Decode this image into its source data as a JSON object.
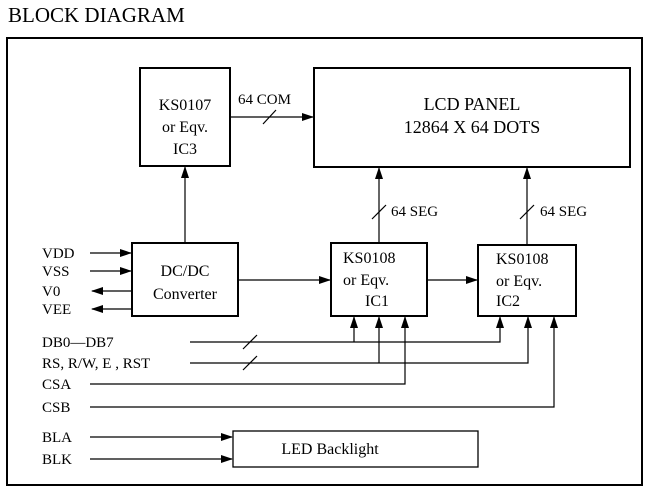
{
  "title": "BLOCK DIAGRAM",
  "blocks": {
    "ks0107": [
      "KS0107",
      "or  Eqv.",
      "IC3"
    ],
    "lcd": [
      "LCD  PANEL",
      "12864 X  64 DOTS"
    ],
    "dcdc": [
      "DC/DC",
      "Converter"
    ],
    "ic1": [
      "KS0108",
      "or  Eqv.",
      "IC1"
    ],
    "ic2": [
      "KS0108",
      "or  Eqv.",
      "IC2"
    ],
    "led": "LED  Backlight"
  },
  "buses": {
    "com": "64  COM",
    "seg1": "64  SEG",
    "seg2": "64  SEG"
  },
  "signals": {
    "vdd": "VDD",
    "vss": "VSS",
    "v0": "V0",
    "vee": "VEE",
    "db": "DB0—DB7",
    "ctrl": "RS, R/W,  E ,  RST",
    "csa": "CSA",
    "csb": "CSB",
    "bla": "BLA",
    "blk": "BLK"
  }
}
